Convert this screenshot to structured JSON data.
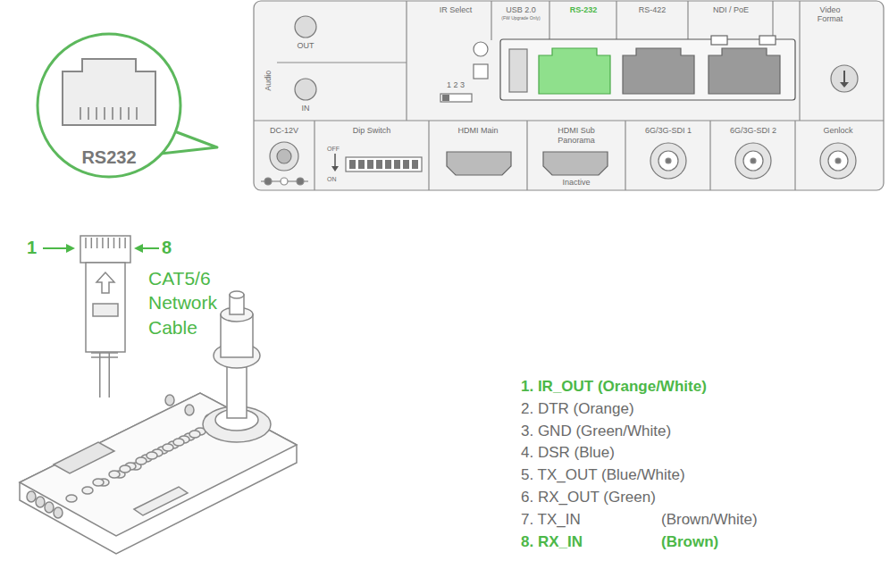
{
  "diagram": {
    "nodes": [
      {
        "text": [
          "RS232"
        ]
      }
    ],
    "labels": [
      "OUT",
      "Audio",
      "IN",
      "IR Select",
      "1 2 3",
      "USB 2.0",
      "(FW Upgrade Only)",
      "RS-232",
      "RS-422",
      "NDI / PoE",
      "Video Format",
      "DC-12V",
      "Dip Switch",
      "OFF",
      "ON",
      "HDMI Main",
      "HDMI Sub",
      "Panorama",
      "Inactive",
      "6G/3G-SDI 1",
      "6G/3G-SDI 2",
      "Genlock",
      "1",
      "8",
      "CAT5/6 Network Cable",
      "1. IR_OUT (Orange/White)",
      "2. DTR (Orange)",
      "3. GND (Green/White)",
      "4. DSR (Blue)",
      "5. TX_OUT (Blue/White)",
      "6. RX_OUT (Green)",
      "7. TX_IN",
      "(Brown/White)",
      "8. RX_IN",
      "(Brown)"
    ]
  }
}
